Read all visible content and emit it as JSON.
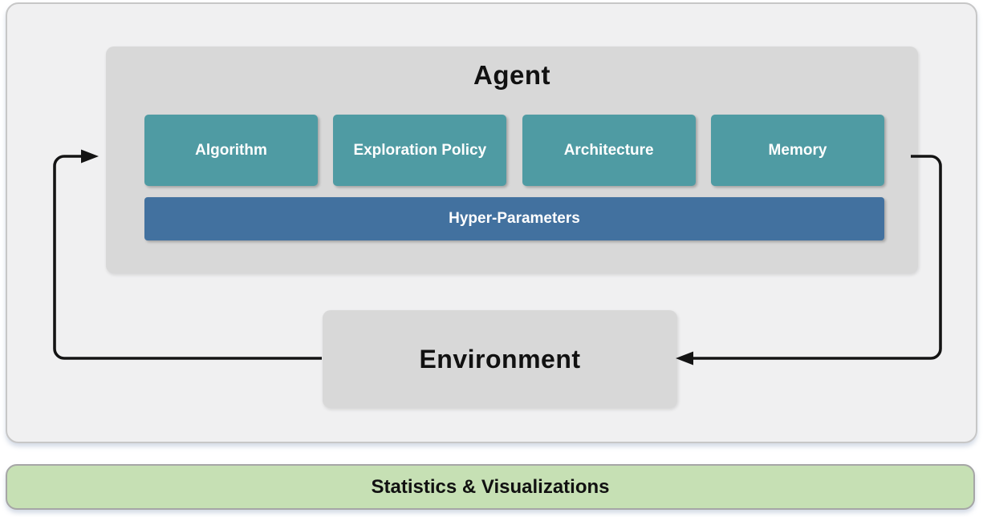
{
  "diagram": {
    "agent": {
      "title": "Agent",
      "components": [
        {
          "label": "Algorithm"
        },
        {
          "label": "Exploration Policy"
        },
        {
          "label": "Architecture"
        },
        {
          "label": "Memory"
        }
      ],
      "hyper_parameters_label": "Hyper-Parameters"
    },
    "environment": {
      "title": "Environment"
    },
    "stats_bar": {
      "label": "Statistics & Visualizations"
    },
    "colors": {
      "component_teal": "#4f9ba3",
      "hyper_parameters_blue": "#42719f",
      "panel_gray": "#d8d8d8",
      "outer_panel_gray": "#f0f0f1",
      "stats_green": "#c6e0b4",
      "arrow_black": "#141414"
    }
  }
}
